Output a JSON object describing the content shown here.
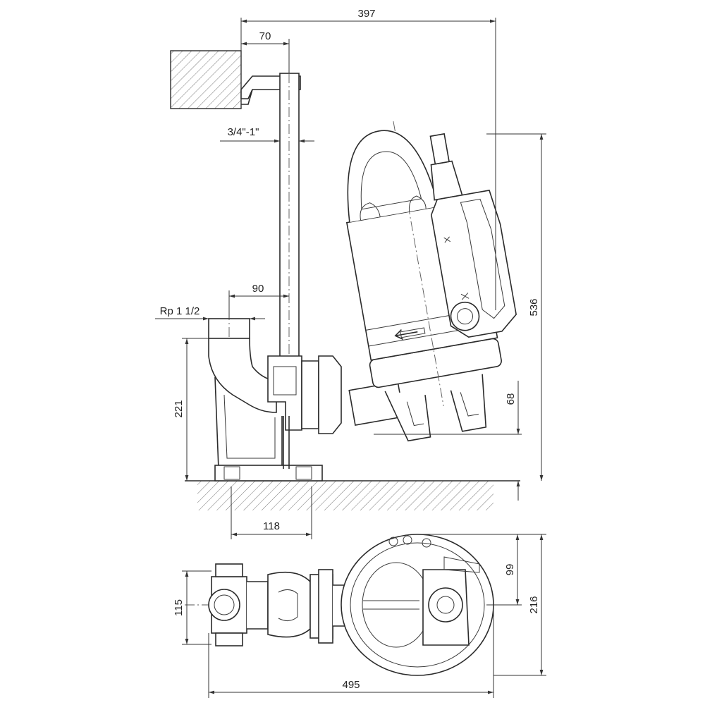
{
  "dimensions": {
    "overall_width_side": "397",
    "wall_offset": "70",
    "guide_pipe": "3/4\"-1\"",
    "outlet_offset": "90",
    "outlet_thread": "Rp 1 1/2",
    "outlet_height": "221",
    "overall_height": "536",
    "inlet_height": "68",
    "base_width": "118",
    "top_depth_partial": "99",
    "top_depth_total": "216",
    "top_coupling_width": "115",
    "overall_length_top": "495"
  }
}
